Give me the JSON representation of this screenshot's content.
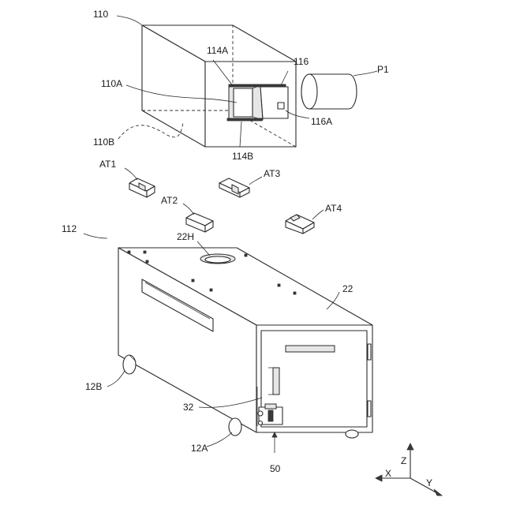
{
  "labels": {
    "l110": "110",
    "l110A": "110A",
    "l110B": "110B",
    "l114A": "114A",
    "l114B": "114B",
    "l116": "116",
    "l116A": "116A",
    "lP1": "P1",
    "lAT1": "AT1",
    "lAT2": "AT2",
    "lAT3": "AT3",
    "lAT4": "AT4",
    "l112": "112",
    "l22H": "22H",
    "l22": "22",
    "l12B": "12B",
    "l12A": "12A",
    "l32": "32",
    "l50": "50",
    "lZ": "Z",
    "lX": "X",
    "lY": "Y"
  },
  "colors": {
    "line": "#2a2a2a",
    "background": "#ffffff"
  }
}
